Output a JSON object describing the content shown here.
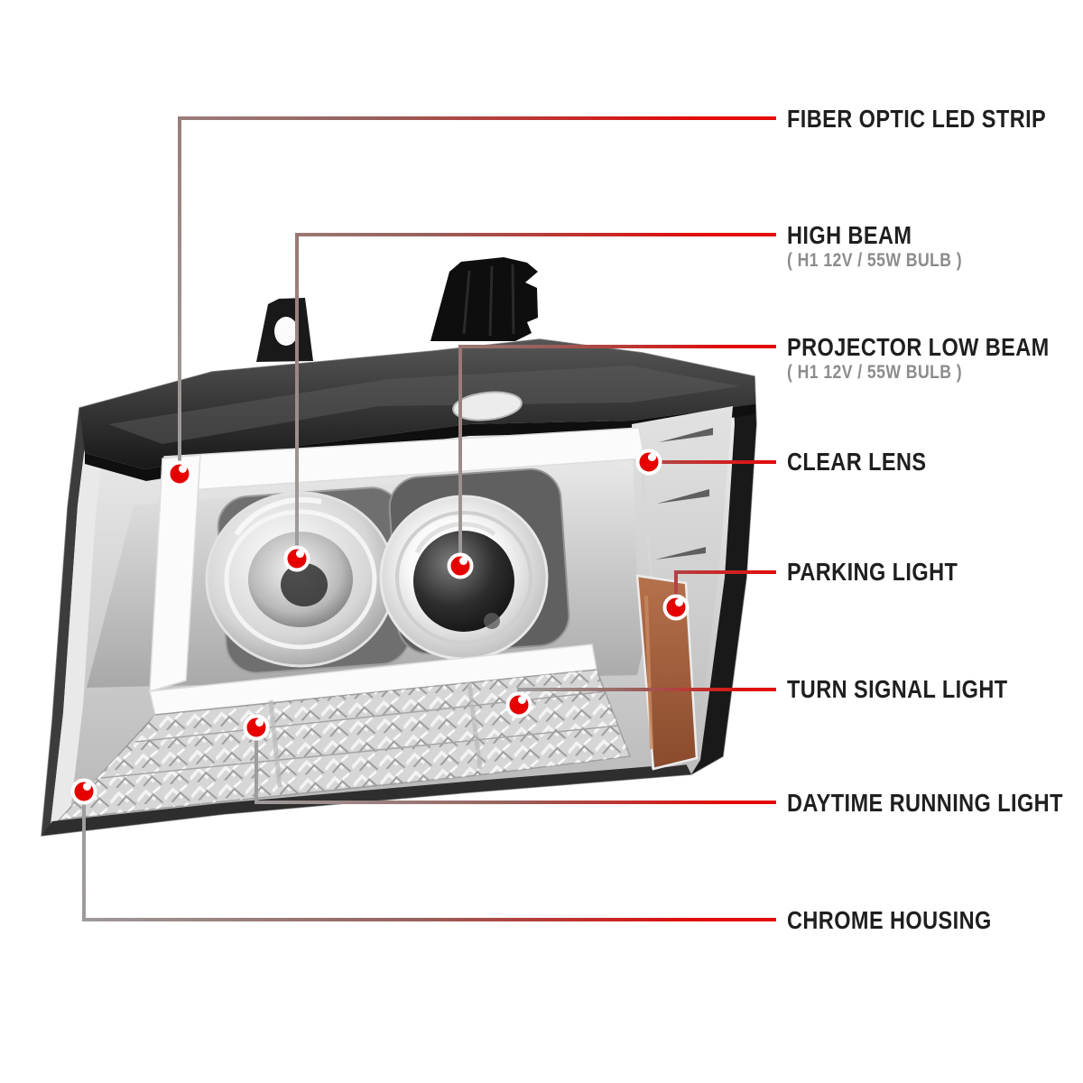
{
  "page": {
    "background": "#ffffff"
  },
  "colors": {
    "accent_red": "#e20a0a",
    "leader_gray": "#9e9e9e",
    "label_text": "#1f1f1f",
    "sublabel_text": "#8c8c8c",
    "dot_red": "#e60000",
    "dot_ring": "#ffffff",
    "amber_reflector": "#a25a38",
    "chrome": "#c9c9c9",
    "housing_black": "#1a1a1a"
  },
  "diagram": {
    "subject": "projector-headlight-assembly",
    "callouts": [
      {
        "id": "fiber-optic-led-strip",
        "label": "FIBER OPTIC LED STRIP",
        "sublabel": ""
      },
      {
        "id": "high-beam",
        "label": "HIGH BEAM",
        "sublabel": "( H1 12V / 55W BULB )"
      },
      {
        "id": "projector-low-beam",
        "label": "PROJECTOR LOW BEAM",
        "sublabel": "( H1 12V / 55W BULB )"
      },
      {
        "id": "clear-lens",
        "label": "CLEAR LENS",
        "sublabel": ""
      },
      {
        "id": "parking-light",
        "label": "PARKING LIGHT",
        "sublabel": ""
      },
      {
        "id": "turn-signal-light",
        "label": "TURN SIGNAL LIGHT",
        "sublabel": ""
      },
      {
        "id": "daytime-running-light",
        "label": "DAYTIME RUNNING LIGHT",
        "sublabel": ""
      },
      {
        "id": "chrome-housing",
        "label": "CHROME HOUSING",
        "sublabel": ""
      }
    ]
  }
}
